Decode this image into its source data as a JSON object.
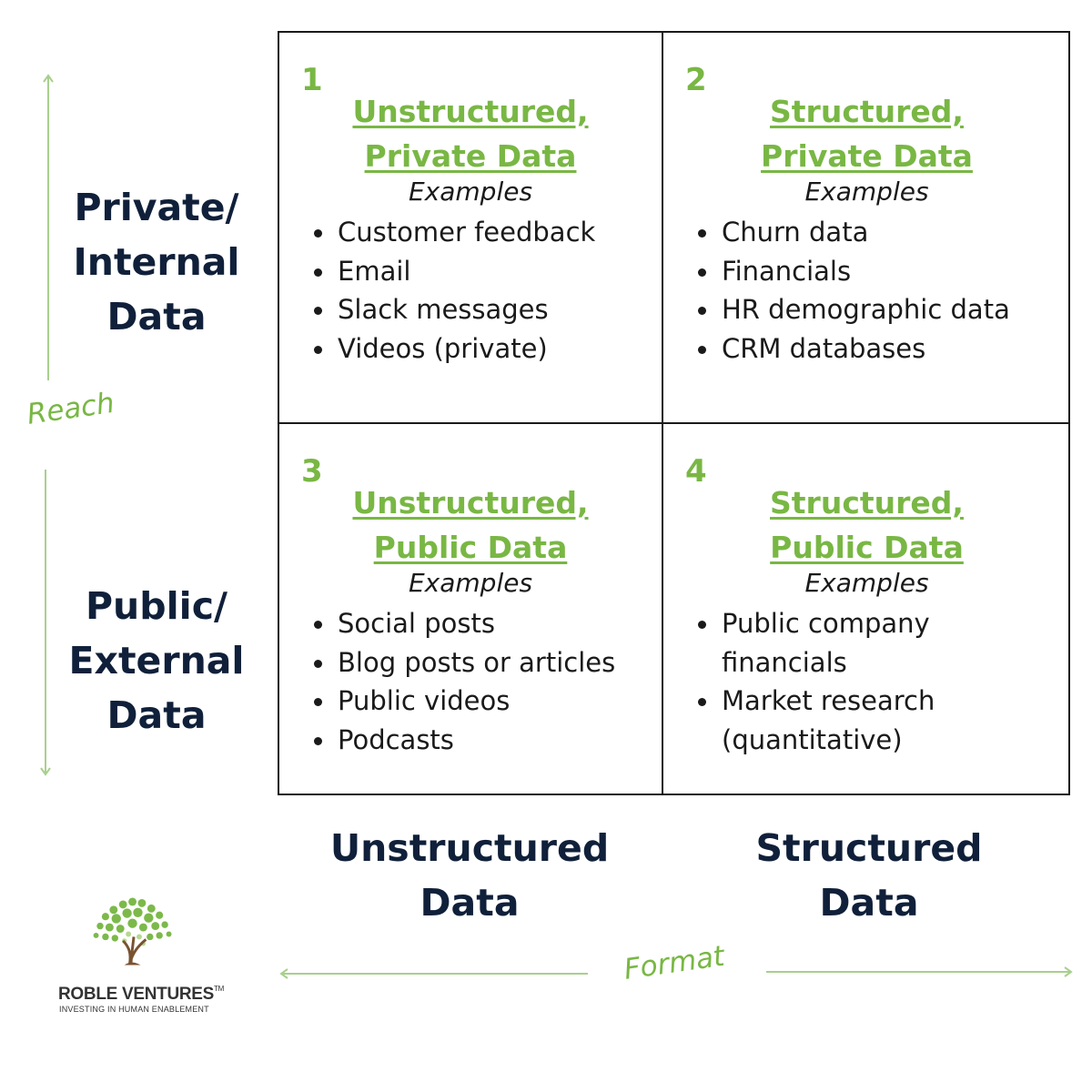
{
  "rows": [
    {
      "lines": [
        "Private/",
        "Internal",
        "Data"
      ]
    },
    {
      "lines": [
        "Public/",
        "External",
        "Data"
      ]
    }
  ],
  "columns": [
    {
      "lines": [
        "Unstructured",
        "Data"
      ]
    },
    {
      "lines": [
        "Structured",
        "Data"
      ]
    }
  ],
  "quadrants": [
    {
      "number": "1",
      "title": [
        "Unstructured,",
        "Private Data"
      ],
      "examples_label": "Examples",
      "items": [
        "Customer feedback",
        "Email",
        "Slack messages",
        "Videos (private)"
      ]
    },
    {
      "number": "2",
      "title": [
        "Structured,",
        "Private Data"
      ],
      "examples_label": "Examples",
      "items": [
        "Churn data",
        "Financials",
        "HR demographic data",
        "CRM databases"
      ]
    },
    {
      "number": "3",
      "title": [
        "Unstructured,",
        "Public Data"
      ],
      "examples_label": "Examples",
      "items": [
        "Social posts",
        "Blog posts or articles",
        "Public videos",
        "Podcasts"
      ]
    },
    {
      "number": "4",
      "title": [
        "Structured,",
        "Public Data"
      ],
      "examples_label": "Examples",
      "items": [
        "Public company financials",
        "Market research (quantitative)"
      ]
    }
  ],
  "axes": {
    "vertical_label": "Reach",
    "horizontal_label": "Format"
  },
  "logo": {
    "name": "ROBLE VENTURES",
    "trademark": "TM",
    "tagline": "INVESTING IN HUMAN ENABLEMENT"
  },
  "colors": {
    "accent_green": "#79b744",
    "axis_green": "#a8d08d",
    "navy": "#10203a"
  }
}
